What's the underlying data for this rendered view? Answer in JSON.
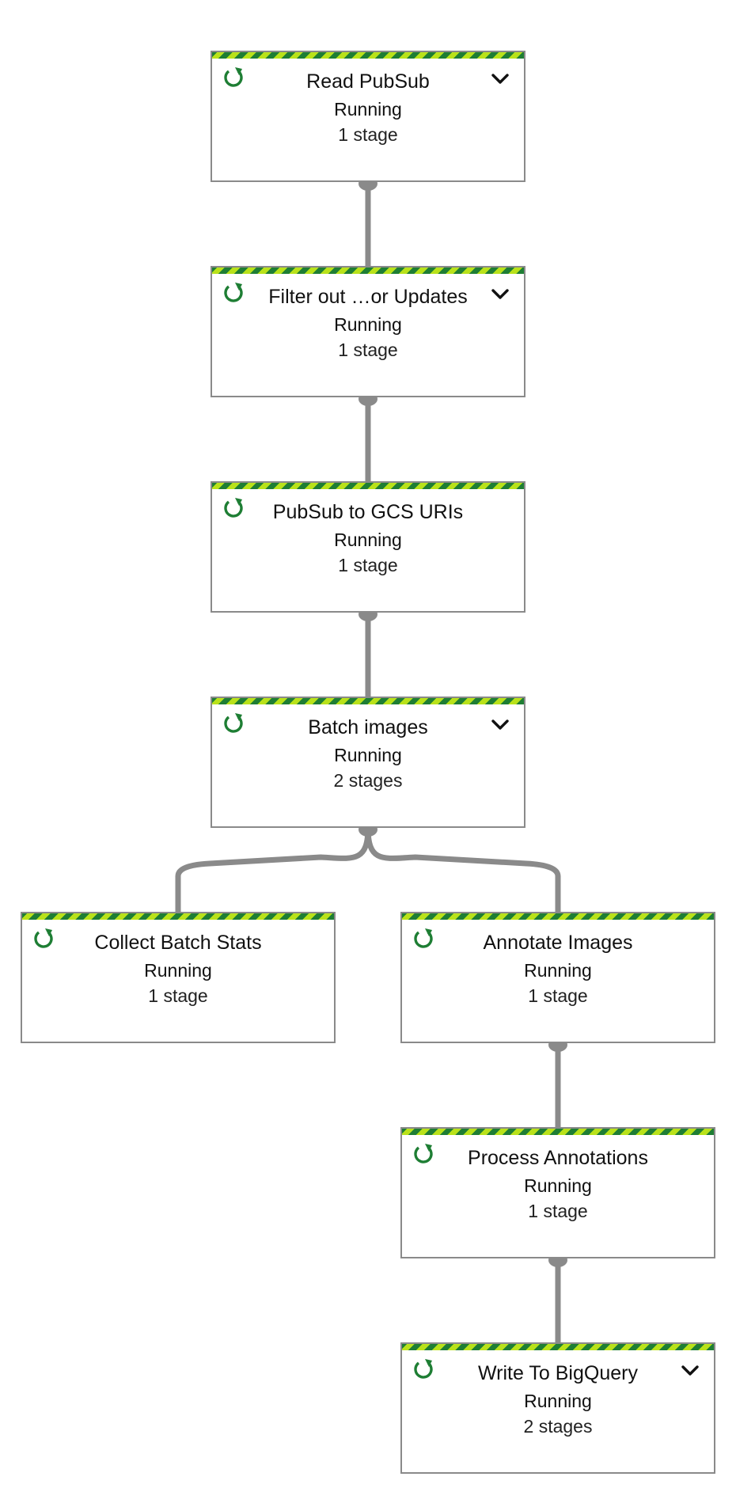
{
  "colors": {
    "stripe_dark": "#1e7e34",
    "stripe_light": "#b9e21a",
    "running_icon": "#1e7e34",
    "edge": "#8a8a8a",
    "border": "#8a8a8a"
  },
  "nodes": [
    {
      "title": "Read PubSub",
      "status": "Running",
      "stages": "1 stage",
      "has_chevron": true,
      "status_icon": "running-refresh-icon"
    },
    {
      "title": "Filter out …or Updates",
      "status": "Running",
      "stages": "1 stage",
      "has_chevron": true,
      "status_icon": "running-refresh-icon"
    },
    {
      "title": "PubSub to GCS URIs",
      "status": "Running",
      "stages": "1 stage",
      "has_chevron": false,
      "status_icon": "running-refresh-icon"
    },
    {
      "title": "Batch images",
      "status": "Running",
      "stages": "2 stages",
      "has_chevron": true,
      "status_icon": "running-refresh-icon"
    },
    {
      "title": "Collect Batch Stats",
      "status": "Running",
      "stages": "1 stage",
      "has_chevron": false,
      "status_icon": "running-refresh-icon"
    },
    {
      "title": "Annotate Images",
      "status": "Running",
      "stages": "1 stage",
      "has_chevron": false,
      "status_icon": "running-refresh-icon"
    },
    {
      "title": "Process Annotations",
      "status": "Running",
      "stages": "1 stage",
      "has_chevron": false,
      "status_icon": "running-refresh-icon"
    },
    {
      "title": "Write To BigQuery",
      "status": "Running",
      "stages": "2 stages",
      "has_chevron": true,
      "status_icon": "running-refresh-icon"
    }
  ],
  "edges": [
    {
      "from": 0,
      "to": 1
    },
    {
      "from": 1,
      "to": 2
    },
    {
      "from": 2,
      "to": 3
    },
    {
      "from": 3,
      "to": 4
    },
    {
      "from": 3,
      "to": 5
    },
    {
      "from": 5,
      "to": 6
    },
    {
      "from": 6,
      "to": 7
    }
  ]
}
